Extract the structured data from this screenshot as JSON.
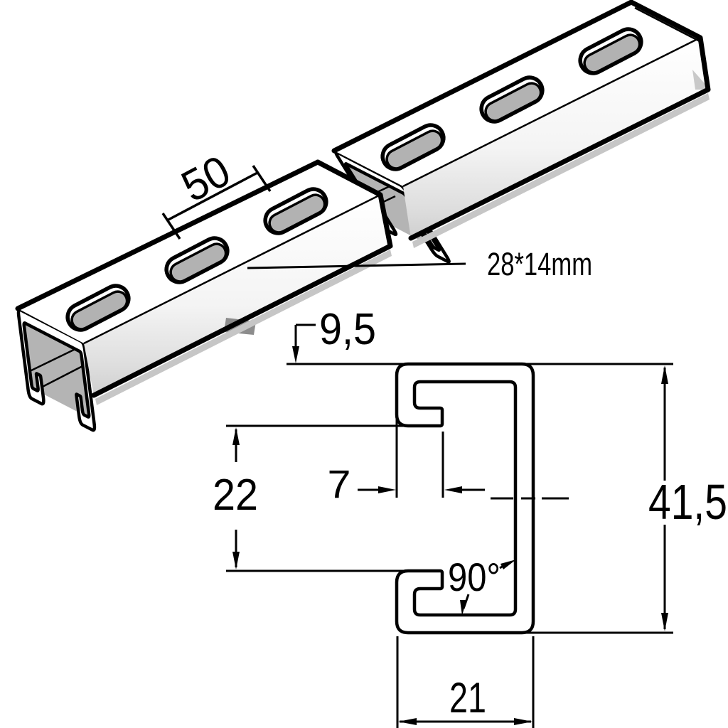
{
  "drawing": {
    "type": "technical-drawing",
    "subject": "slotted strut channel rail",
    "colors": {
      "line": "#000000",
      "slot_hole": "#b2b2b2",
      "channel_interior": "#b4b4b4",
      "shade_light": "#d8d8d8",
      "shade_mid": "#c6c6c6",
      "shade_dark": "#8c8c8c",
      "background": "#ffffff"
    },
    "isometric_view": {
      "slot_spacing_label": "50",
      "slot_size_label": "28*14mm"
    },
    "section_view": {
      "lip_height_label": "9,5",
      "opening_height_label": "22",
      "lip_depth_label": "7",
      "bend_angle_label": "90°",
      "profile_height_label": "41,5",
      "profile_width_label": "21"
    }
  }
}
